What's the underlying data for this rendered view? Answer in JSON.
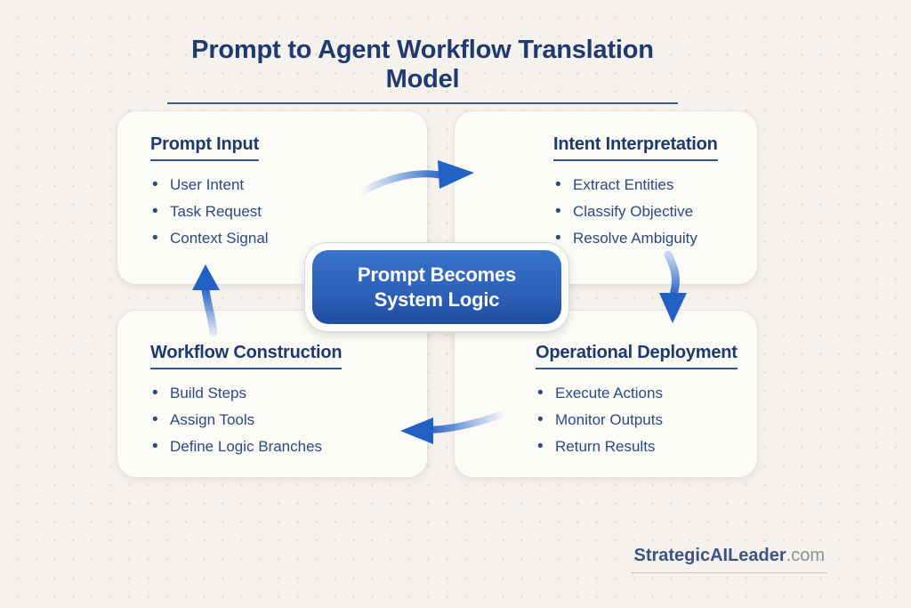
{
  "title": "Prompt to Agent Workflow Translation Model",
  "center_callout": {
    "line1": "Prompt Becomes",
    "line2": "System Logic"
  },
  "quadrants": [
    {
      "id": "prompt-input",
      "heading": "Prompt Input",
      "bullets": [
        "User Intent",
        "Task Request",
        "Context Signal"
      ]
    },
    {
      "id": "intent-interpretation",
      "heading": "Intent Interpretation",
      "bullets": [
        "Extract Entities",
        "Classify Objective",
        "Resolve Ambiguity"
      ]
    },
    {
      "id": "workflow-construction",
      "heading": "Workflow Construction",
      "bullets": [
        "Build Steps",
        "Assign Tools",
        "Define Logic Branches"
      ]
    },
    {
      "id": "operational-deployment",
      "heading": "Operational Deployment",
      "bullets": [
        "Execute Actions",
        "Monitor Outputs",
        "Return Results"
      ]
    }
  ],
  "flow_arrows": [
    "arrow-right-top-center",
    "arrow-down-right-side",
    "arrow-left-bottom-center",
    "arrow-up-left-side"
  ],
  "footer": {
    "brand": "StrategicAILeader",
    "suffix": ".com"
  },
  "colors": {
    "accent_blue": "#2b67ca",
    "arrowhead_blue": "#2160c4",
    "title_navy": "#1e3a6e",
    "bullet_navy": "#2a4a80",
    "center_box_blue_top": "#3873cc",
    "center_box_blue_bottom": "#1e4da0",
    "page_background": "#f5f2ee",
    "card_background": "#fcfbf8"
  }
}
